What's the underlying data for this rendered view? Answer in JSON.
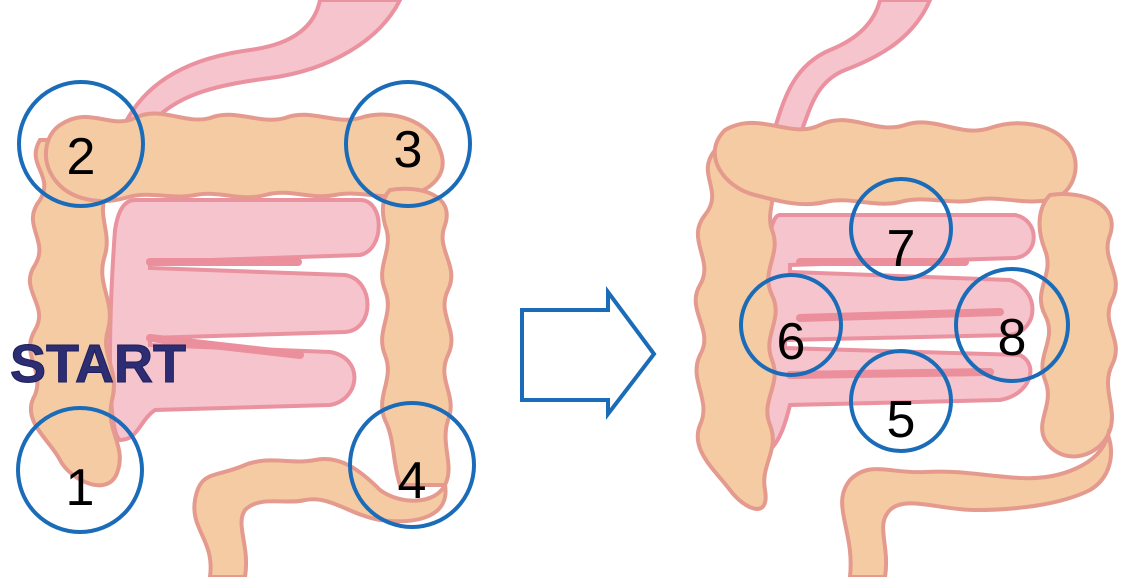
{
  "start_label": "START",
  "left_figure": {
    "markers": [
      {
        "label": "1"
      },
      {
        "label": "2"
      },
      {
        "label": "3"
      },
      {
        "label": "4"
      }
    ]
  },
  "right_figure": {
    "markers": [
      {
        "label": "5"
      },
      {
        "label": "6"
      },
      {
        "label": "7"
      },
      {
        "label": "8"
      }
    ]
  },
  "colors": {
    "marker_circle": "#1a6bb8",
    "colon_fill": "#f5cba3",
    "small_intestine_fill": "#f6c4cc",
    "start_text": "#2d2d74"
  }
}
